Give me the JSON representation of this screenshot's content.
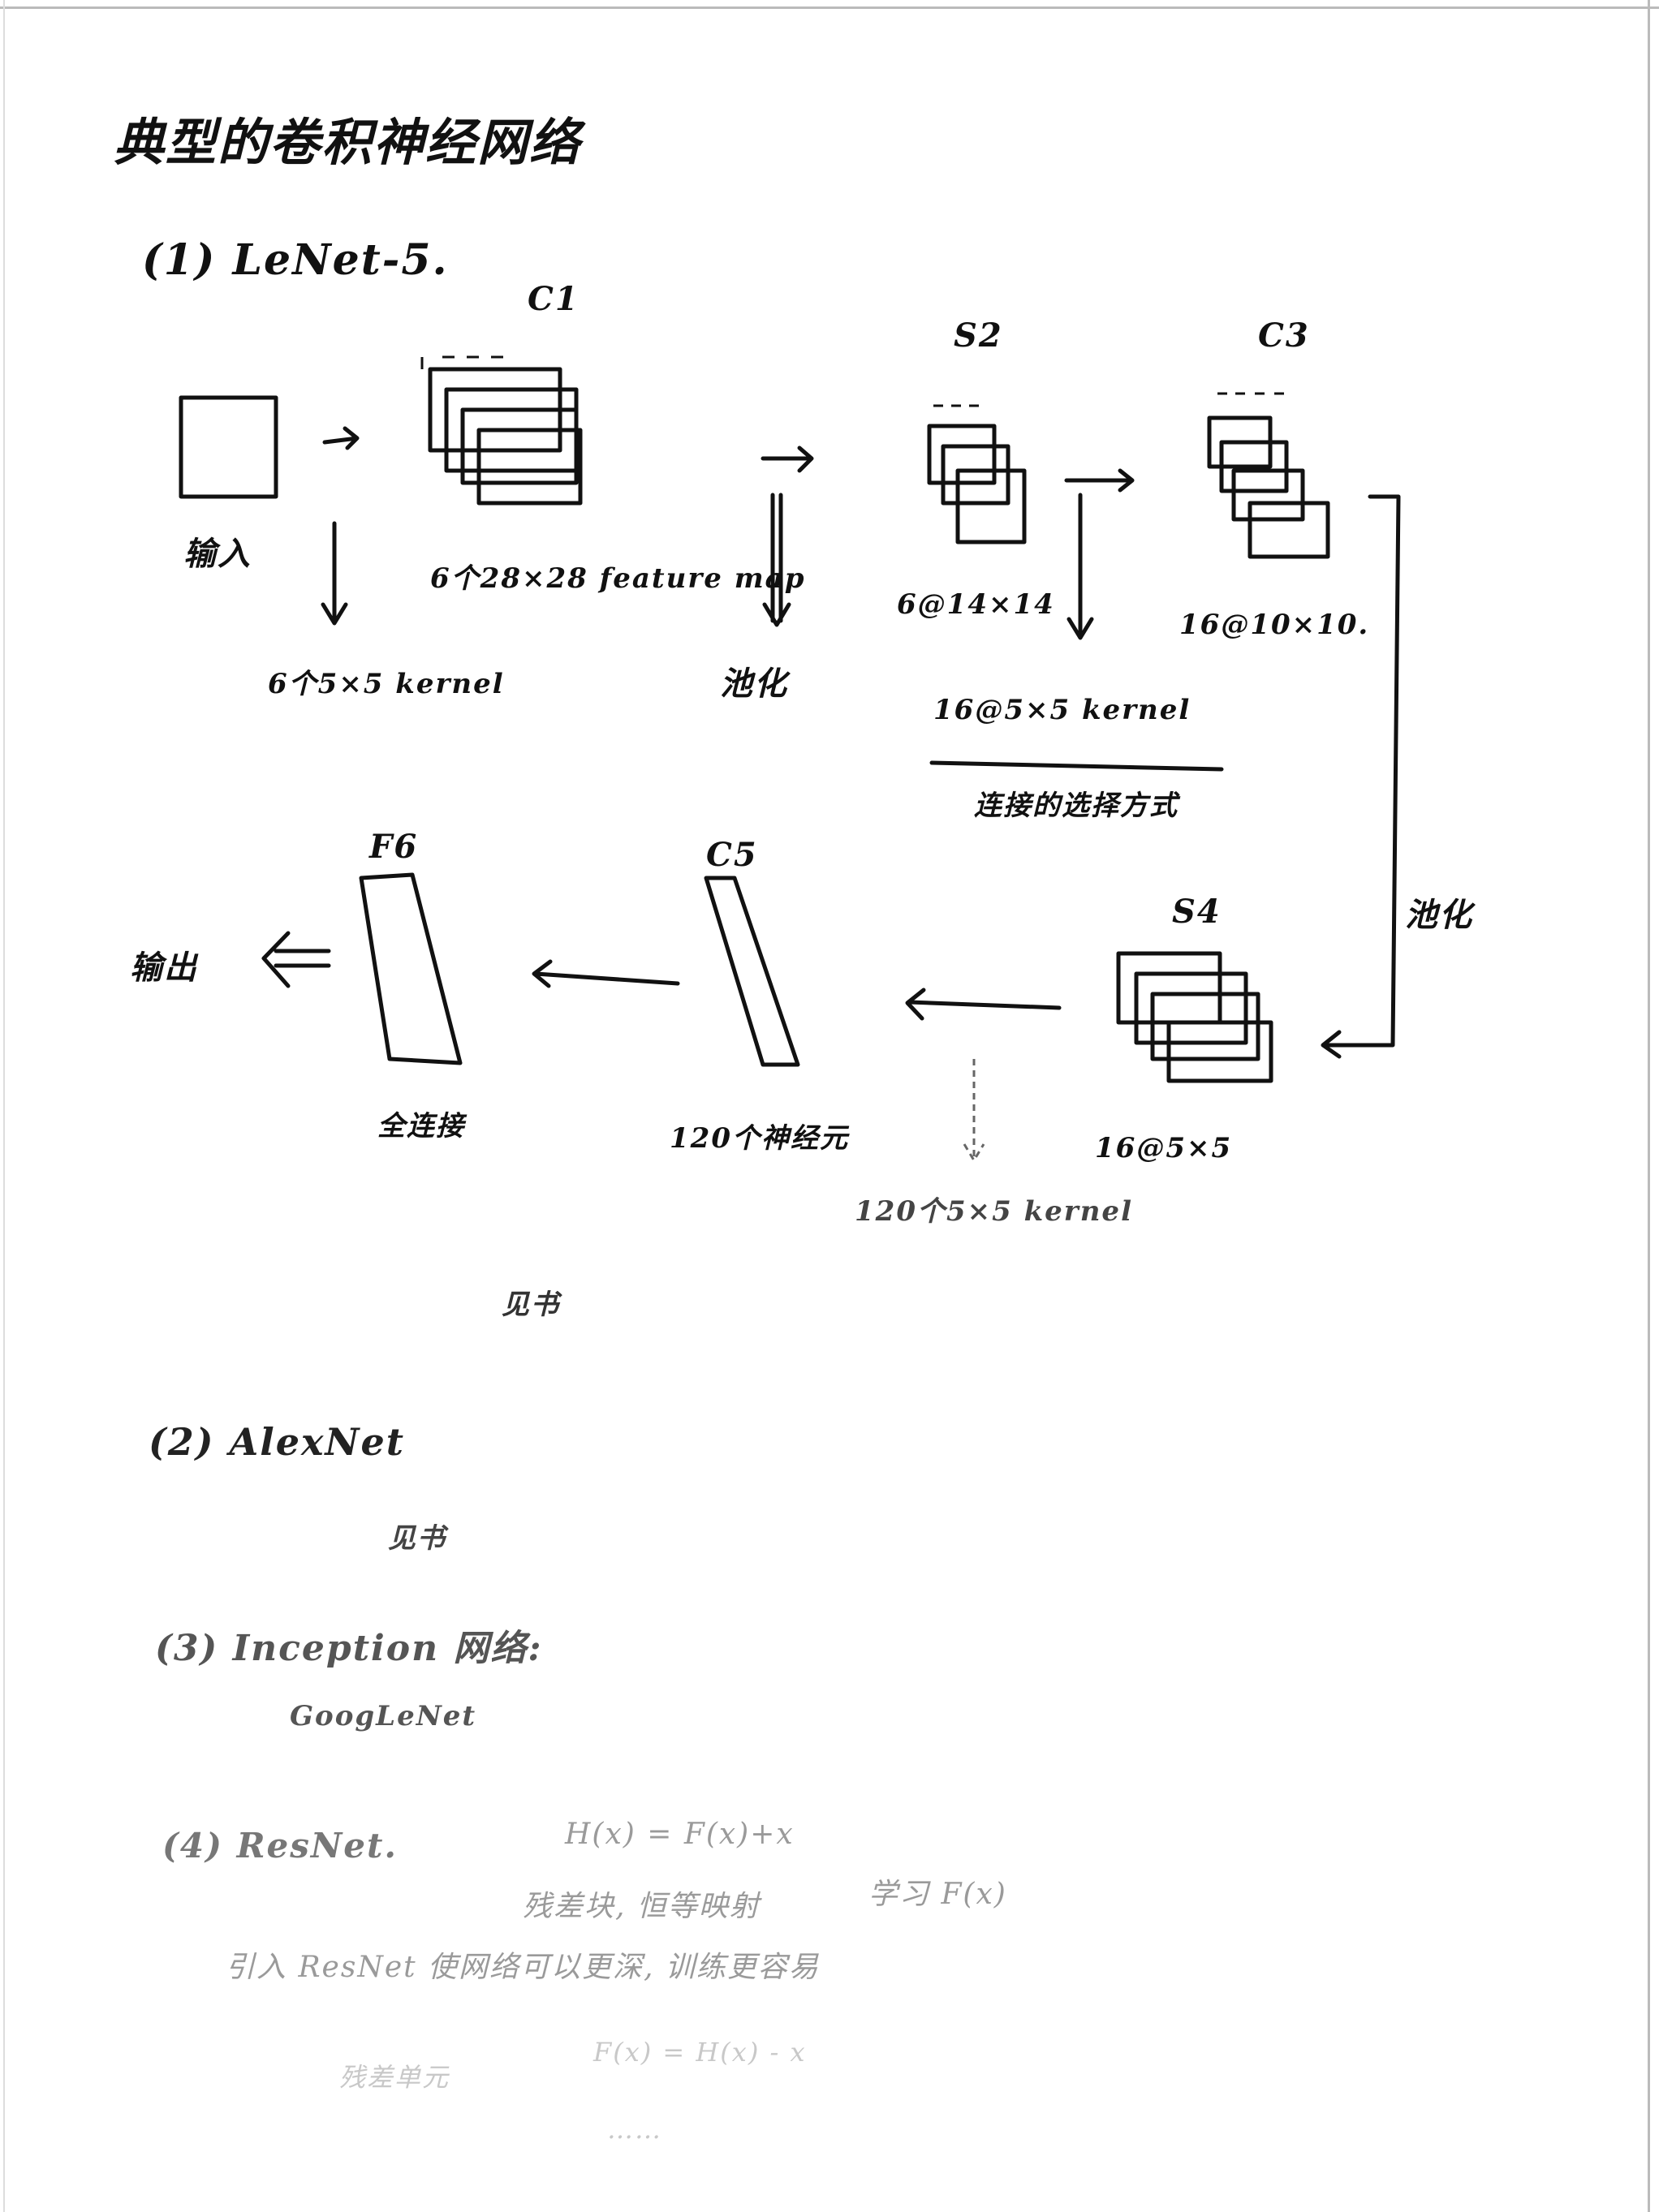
{
  "title": "典型的卷积神经网络",
  "sections": {
    "lenet": {
      "heading": "(1) LeNet-5.",
      "layers": {
        "input": "输入",
        "c1": "C1",
        "c1_desc": "6个28×28 feature map",
        "kernel1": "6个5×5 kernel",
        "pool1": "池化",
        "s2": "S2",
        "s2_desc": "6@14×14",
        "kernel2": "16@5×5 kernel",
        "kernel2_note": "连接的选择方式",
        "c3": "C3",
        "c3_desc": "16@10×10.",
        "pool2": "池化",
        "s4": "S4",
        "s4_desc": "16@5×5",
        "kernel3": "120个5×5 kernel",
        "c5": "C5",
        "c5_desc": "120个神经元",
        "f6": "F6",
        "f6_desc": "全连接",
        "output": "输出"
      },
      "note": "见书"
    },
    "alexnet": {
      "heading": "(2) AlexNet",
      "note": "见书"
    },
    "inception": {
      "heading": "(3) Inception 网络:",
      "note": "GoogLeNet"
    },
    "resnet": {
      "heading": "(4) ResNet.",
      "faint_lines": [
        "H(x) = F(x)+x",
        "残差块, 恒等映射",
        "学习 F(x)",
        "引入 ResNet 使网络可以更深, 训练更容易",
        "残差单元",
        "F(x) = H(x) - x",
        "……"
      ]
    }
  }
}
